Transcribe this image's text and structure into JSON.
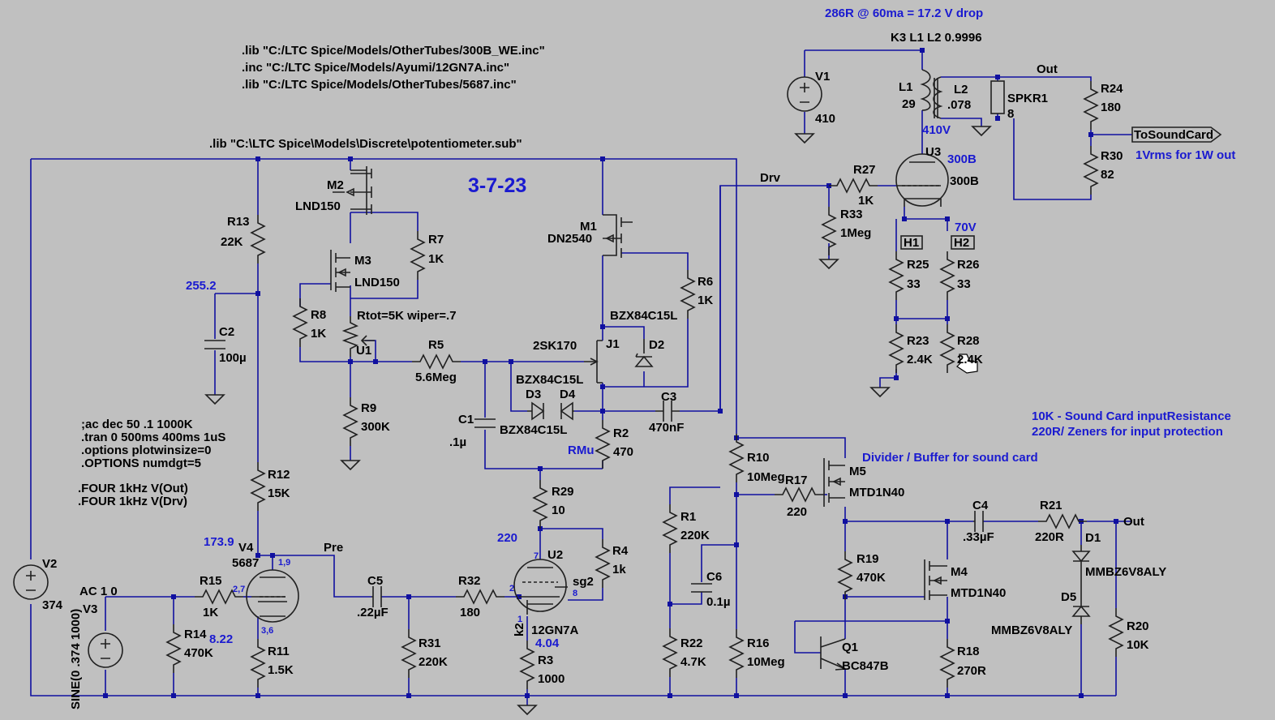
{
  "directives": [
    ".lib \"C:/LTC Spice/Models/OtherTubes/300B_WE.inc\"",
    ".inc \"C:/LTC Spice/Models/Ayumi/12GN7A.inc\"",
    ".lib \"C:/LTC Spice/Models/OtherTubes/5687.inc\"",
    ".lib \"C:\\LTC Spice\\Models\\Discrete\\potentiometer.sub\"",
    "K3 L1 L2 0.9996"
  ],
  "sim_commands": [
    ";ac dec 50 .1 1000K",
    ".tran 0 500ms 400ms 1uS",
    ".options plotwinsize=0",
    ".OPTIONS numdgt=5",
    ".FOUR 1kHz V(Out)",
    ".FOUR 1kHz V(Drv)"
  ],
  "notes": {
    "date": "3-7-23",
    "drop": "286R @ 60ma = 17.2 V drop",
    "out_level": "1Vrms for 1W out",
    "sound_card_r": "10K - Sound Card inputResistance",
    "zeners": "220R/ Zeners for input protection",
    "divider": "Divider / Buffer for sound card"
  },
  "voltages": {
    "v2552": "255.2",
    "v1739": "173.9",
    "v822": "8.22",
    "v220": "220",
    "v404": "4.04",
    "v410": "410V",
    "v70": "70V",
    "rmu": "RMu",
    "t300b": "300B"
  },
  "nets": {
    "out": "Out",
    "drv": "Drv",
    "pre": "Pre",
    "tosc": "ToSoundCard",
    "h1": "H1",
    "h2": "H2",
    "out2": "Out"
  },
  "components": {
    "v1": {
      "ref": "V1",
      "val": "410"
    },
    "v2": {
      "ref": "V2",
      "val": "374"
    },
    "v3": {
      "ref": "V3",
      "ac": "AC 1 0",
      "sine": "SINE(0 .374 1000)"
    },
    "l1": {
      "ref": "L1",
      "val": "29"
    },
    "l2": {
      "ref": "L2",
      "val": ".078"
    },
    "spkr1": {
      "ref": "SPKR1",
      "val": "8"
    },
    "r24": {
      "ref": "R24",
      "val": "180"
    },
    "r30": {
      "ref": "R30",
      "val": "82"
    },
    "u3": {
      "ref": "U3",
      "val": "300B"
    },
    "r27": {
      "ref": "R27",
      "val": "1K"
    },
    "r33": {
      "ref": "R33",
      "val": "1Meg"
    },
    "r25": {
      "ref": "R25",
      "val": "33"
    },
    "r26": {
      "ref": "R26",
      "val": "33"
    },
    "r23": {
      "ref": "R23",
      "val": "2.4K"
    },
    "r28": {
      "ref": "R28",
      "val": "2.4K"
    },
    "m2": {
      "ref": "M2",
      "val": "LND150"
    },
    "m3": {
      "ref": "M3",
      "val": "LND150"
    },
    "r7": {
      "ref": "R7",
      "val": "1K"
    },
    "r8": {
      "ref": "R8",
      "val": "1K"
    },
    "u1": {
      "ref": "U1",
      "val": "Rtot=5K wiper=.7"
    },
    "r5": {
      "ref": "R5",
      "val": "5.6Meg"
    },
    "r9": {
      "ref": "R9",
      "val": "300K"
    },
    "m1": {
      "ref": "M1",
      "val": "DN2540"
    },
    "r6": {
      "ref": "R6",
      "val": "1K"
    },
    "j1": {
      "ref": "J1",
      "val": "2SK170"
    },
    "d2": {
      "ref": "D2",
      "val": "BZX84C15L"
    },
    "d3": {
      "ref": "D3",
      "val": "BZX84C15L"
    },
    "d4": {
      "ref": "D4",
      "val": "BZX84C15L"
    },
    "c1": {
      "ref": "C1",
      "val": ".1µ"
    },
    "c3": {
      "ref": "C3",
      "val": "470nF"
    },
    "r2": {
      "ref": "R2",
      "val": "470"
    },
    "r13": {
      "ref": "R13",
      "val": "22K"
    },
    "c2": {
      "ref": "C2",
      "val": "100µ"
    },
    "r12": {
      "ref": "R12",
      "val": "15K"
    },
    "v4": {
      "ref": "V4",
      "val": "5687"
    },
    "r15": {
      "ref": "R15",
      "val": "1K"
    },
    "r14": {
      "ref": "R14",
      "val": "470K"
    },
    "r11": {
      "ref": "R11",
      "val": "1.5K"
    },
    "c5": {
      "ref": "C5",
      "val": ".22µF"
    },
    "r31": {
      "ref": "R31",
      "val": "220K"
    },
    "r32": {
      "ref": "R32",
      "val": "180"
    },
    "r29": {
      "ref": "R29",
      "val": "10"
    },
    "u2": {
      "ref": "U2",
      "val": "12GN7A"
    },
    "r4": {
      "ref": "R4",
      "val": "1k"
    },
    "r3": {
      "ref": "R3",
      "val": "1000"
    },
    "r10": {
      "ref": "R10",
      "val": "10Meg"
    },
    "r17": {
      "ref": "R17",
      "val": "220"
    },
    "m5": {
      "ref": "M5",
      "val": "MTD1N40"
    },
    "r1": {
      "ref": "R1",
      "val": "220K"
    },
    "c6": {
      "ref": "C6",
      "val": "0.1µ"
    },
    "r22": {
      "ref": "R22",
      "val": "4.7K"
    },
    "r16": {
      "ref": "R16",
      "val": "10Meg"
    },
    "r19": {
      "ref": "R19",
      "val": "470K"
    },
    "m4": {
      "ref": "M4",
      "val": "MTD1N40"
    },
    "q1": {
      "ref": "Q1",
      "val": "BC847B"
    },
    "r18": {
      "ref": "R18",
      "val": "270R"
    },
    "c4": {
      "ref": "C4",
      "val": ".33µF"
    },
    "r21": {
      "ref": "R21",
      "val": "220R"
    },
    "d1": {
      "ref": "D1",
      "val": "MMBZ6V8ALY"
    },
    "d5": {
      "ref": "D5",
      "val": "MMBZ6V8ALY"
    },
    "r20": {
      "ref": "R20",
      "val": "10K"
    }
  },
  "pins": {
    "v4a": "1,9",
    "v4g": "2,7",
    "v4k": "3,6",
    "u2a": "7",
    "u2g": "2",
    "u2s": "8",
    "u2k": "1",
    "u2sg": "sg2",
    "u2k2": "k2"
  },
  "colors": {
    "background": "#c0c0c0",
    "wire": "#1010a0",
    "component": "#202020",
    "annotation": "#1a1ad0"
  }
}
